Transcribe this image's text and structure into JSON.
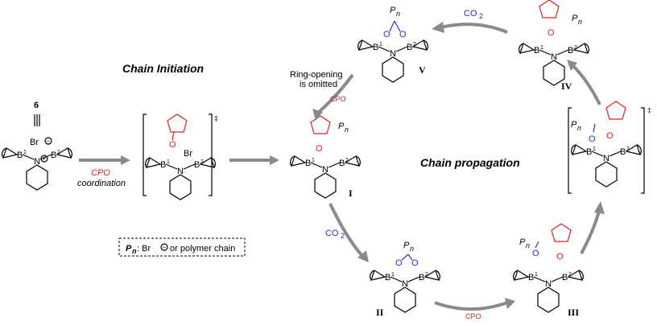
{
  "titles": {
    "initiation": "Chain Initiation",
    "propagation": "Chain propagation"
  },
  "labels": {
    "compound6": "6",
    "cpo_coord_1": "CPO",
    "cpo_coord_2": "coordination",
    "ring_opening_1": "Ring-opening",
    "ring_opening_2": "is omitted",
    "cpo_small_top": "CPO",
    "cpo_small_bottom": "CPO",
    "co2": "CO",
    "co2_sub": "2",
    "dagger": "‡",
    "legend_pn": "P",
    "legend_n": "n",
    "legend_text": ": Br",
    "legend_text2": "or polymer chain"
  },
  "atoms": {
    "b1": "B",
    "b2": "B",
    "n": "N",
    "o": "O",
    "br": "Br",
    "p": "P",
    "nsub": "n",
    "sup1": "1",
    "sup2": "2",
    "plus": "+",
    "minus": "−"
  },
  "romans": [
    "I",
    "II",
    "III",
    "IV",
    "V"
  ],
  "colors": {
    "red": "#e0201b",
    "blue": "#2233cc",
    "arrow": "#8a8a8a"
  }
}
